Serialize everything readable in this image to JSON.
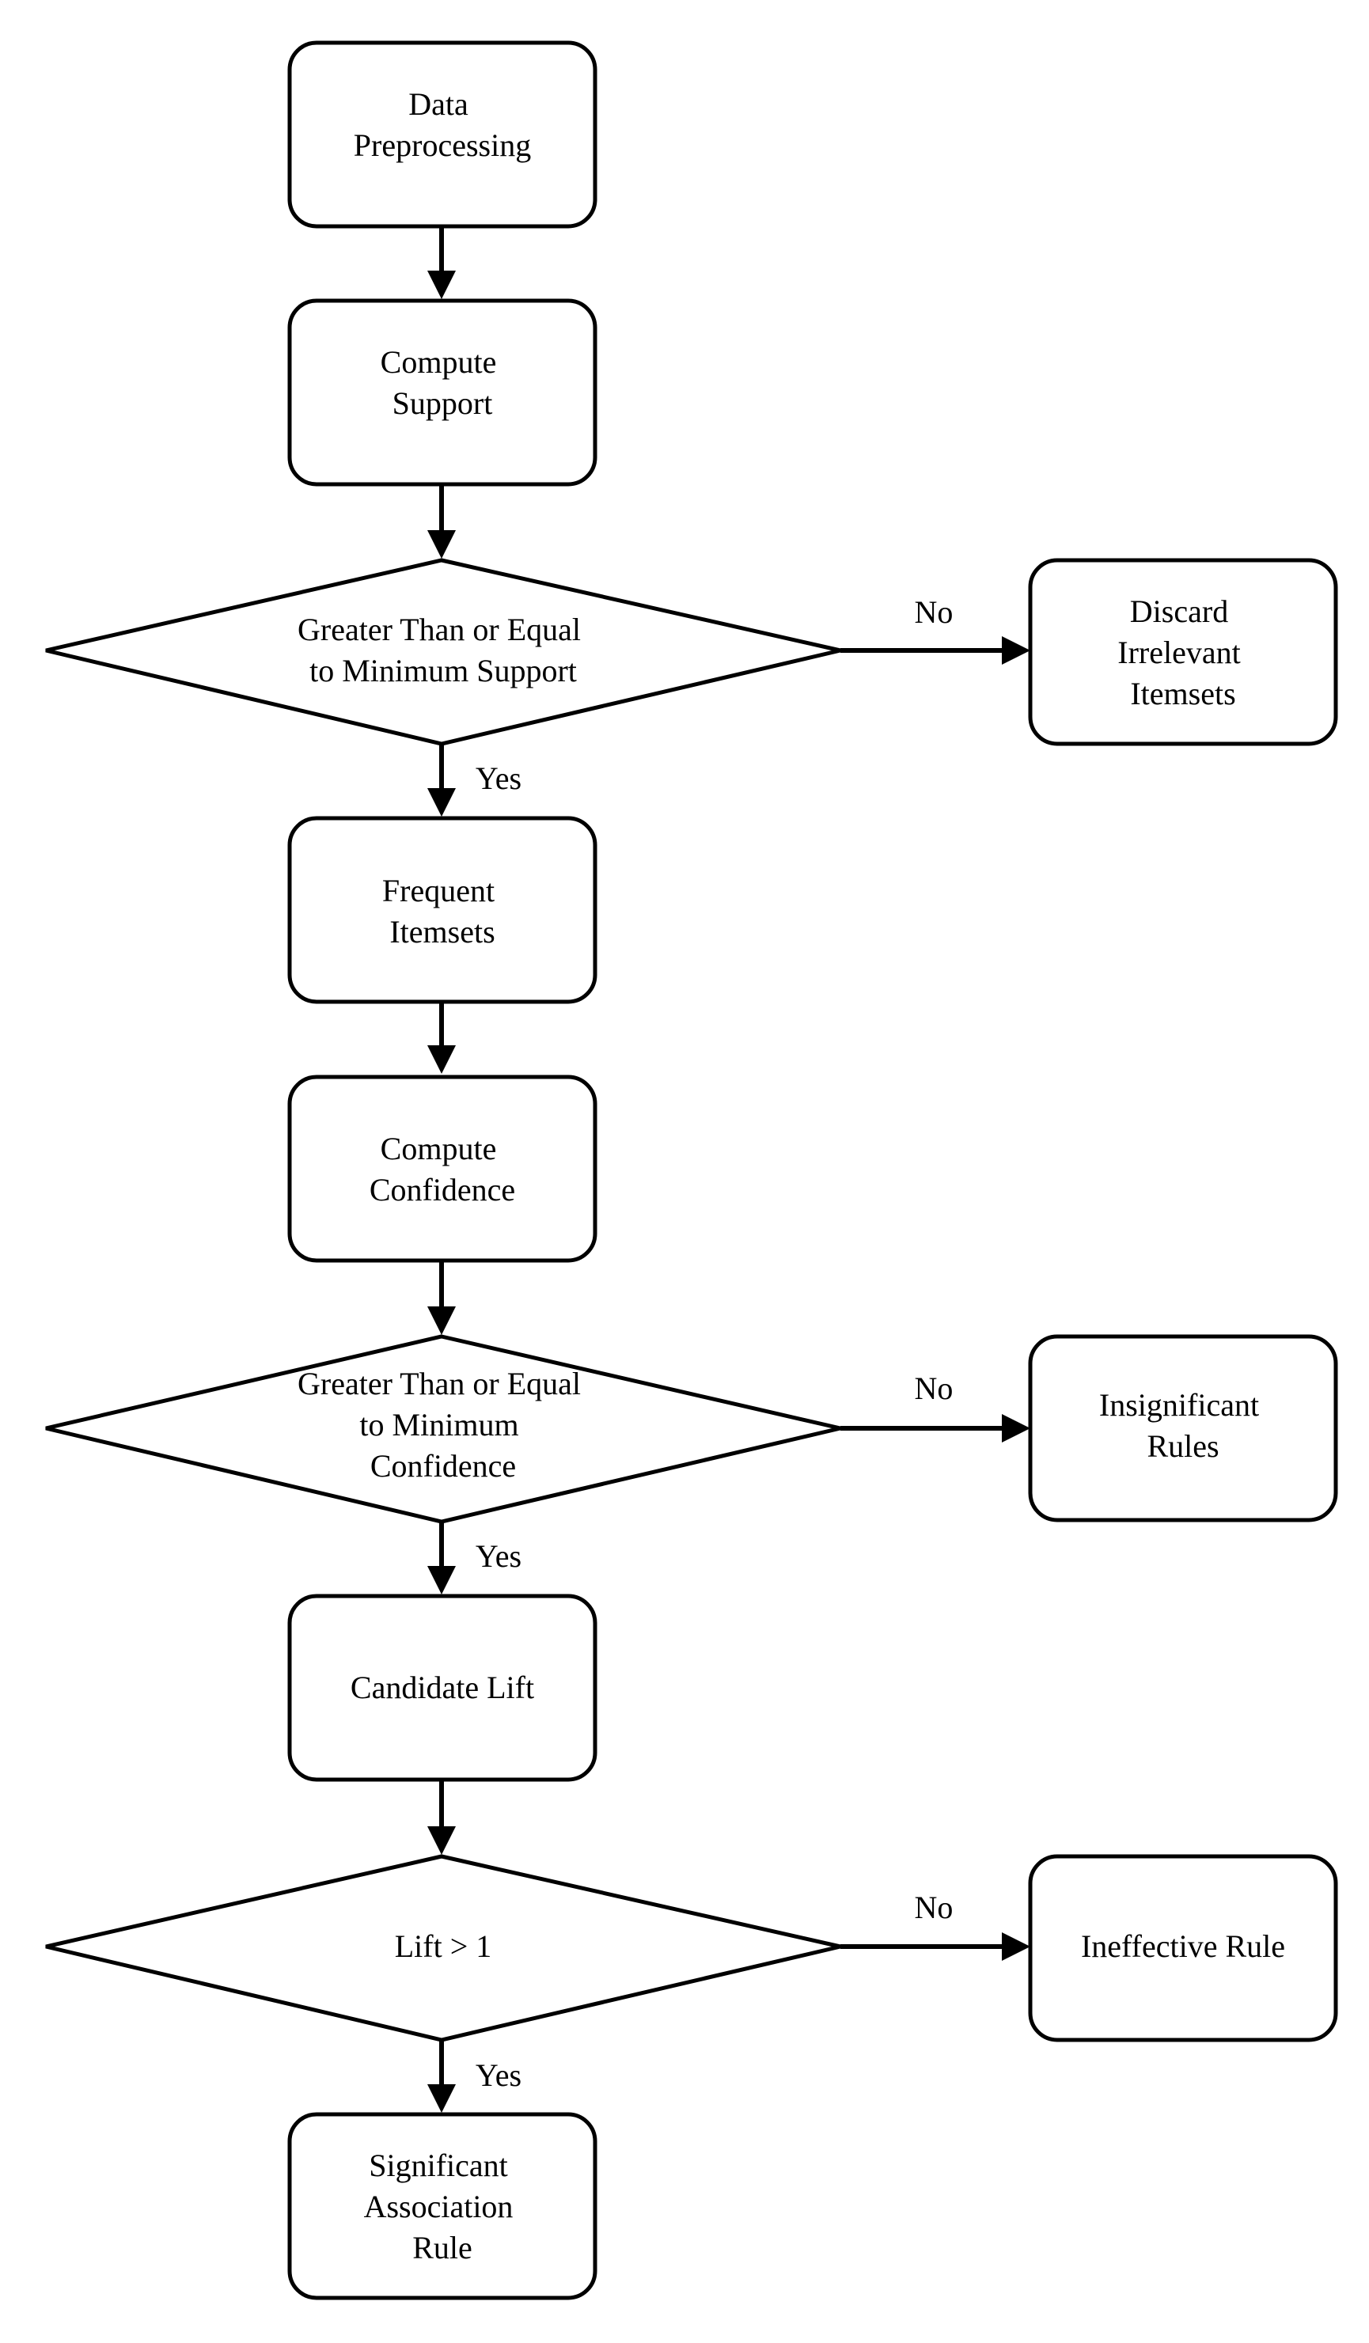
{
  "flowchart": {
    "nodes": {
      "data_preprocessing": {
        "lines": [
          "Data",
          "Preprocessing"
        ]
      },
      "compute_support": {
        "lines": [
          "Compute",
          "Support"
        ]
      },
      "support_decision": {
        "lines": [
          "Greater Than or Equal",
          "to Minimum Support"
        ]
      },
      "discard_irrelevant": {
        "lines": [
          "Discard",
          "Irrelevant",
          "Itemsets"
        ]
      },
      "frequent_itemsets": {
        "lines": [
          "Frequent",
          "Itemsets"
        ]
      },
      "compute_confidence": {
        "lines": [
          "Compute",
          "Confidence"
        ]
      },
      "confidence_decision": {
        "lines": [
          "Greater Than or Equal",
          "to Minimum",
          "Confidence"
        ]
      },
      "insignificant_rules": {
        "lines": [
          "Insignificant",
          "Rules"
        ]
      },
      "candidate_lift": {
        "lines": [
          "Candidate Lift"
        ]
      },
      "lift_decision": {
        "lines": [
          "Lift > 1"
        ]
      },
      "ineffective_rule": {
        "lines": [
          "Ineffective Rule"
        ]
      },
      "significant_rule": {
        "lines": [
          "Significant",
          "Association",
          "Rule"
        ]
      }
    },
    "edge_labels": {
      "support_no": "No",
      "support_yes": "Yes",
      "confidence_no": "No",
      "confidence_yes": "Yes",
      "lift_no": "No",
      "lift_yes": "Yes"
    }
  }
}
